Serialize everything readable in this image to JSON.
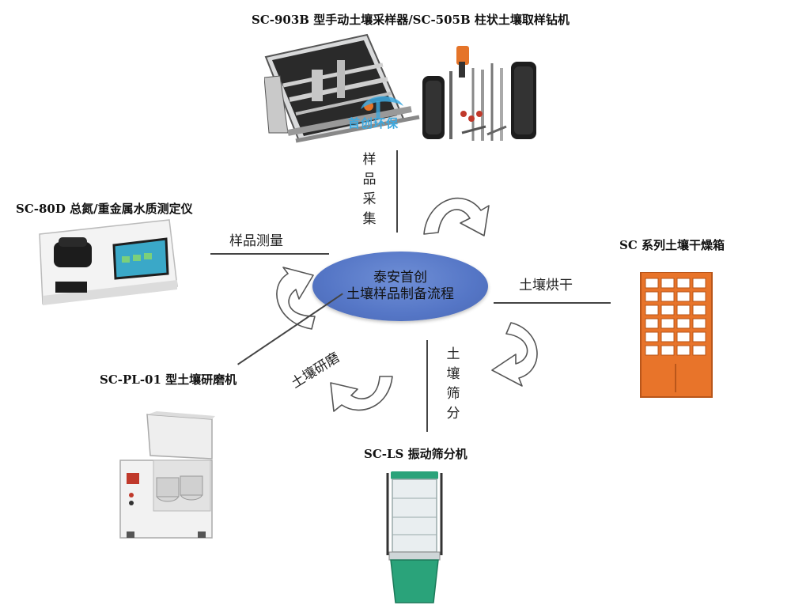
{
  "center": {
    "line1": "泰安首创",
    "line2": "土壤样品制备流程"
  },
  "watermark": "首创环保",
  "devices": {
    "sampler": "SC-903B 型手动土壤采样器/SC-505B 柱状土壤取样钻机",
    "tester": "SC-80D 总氮/重金属水质测定仪",
    "oven": "SC 系列土壤干燥箱",
    "grinder": "SC-PL-01 型土壤研磨机",
    "sieve": "SC-LS 振动筛分机"
  },
  "steps": {
    "collect": [
      "样",
      "品",
      "采",
      "集"
    ],
    "measure": "样品测量",
    "dry": "土壤烘干",
    "sieve": [
      "土",
      "壤",
      "筛",
      "分"
    ],
    "grind": "土壤研磨"
  },
  "colors": {
    "ellipse": "#5576c6",
    "oven": "#e8742a",
    "sieve_base": "#2aa37a",
    "arrow": "#ffffff"
  }
}
